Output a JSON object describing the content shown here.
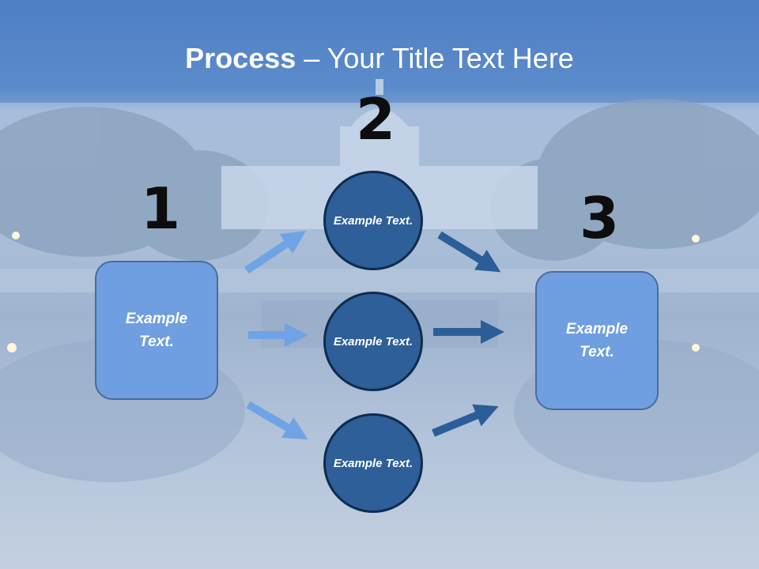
{
  "title": {
    "bold": "Process",
    "rest": " – Your Title Text Here"
  },
  "steps": {
    "one": {
      "number": "1",
      "box_text": "Example Text."
    },
    "two": {
      "number": "2",
      "circles": [
        "Example Text.",
        "Example Text.",
        "Example Text."
      ]
    },
    "three": {
      "number": "3",
      "box_text": "Example Text."
    }
  },
  "colors": {
    "light_box": "#6f9fe0",
    "dark_circle": "#2e5f98",
    "light_arrow": "#6fa3e6",
    "dark_arrow": "#2b5e98",
    "title_band": "#4f7fc2"
  },
  "background": "capitol-building-reflection-photo"
}
